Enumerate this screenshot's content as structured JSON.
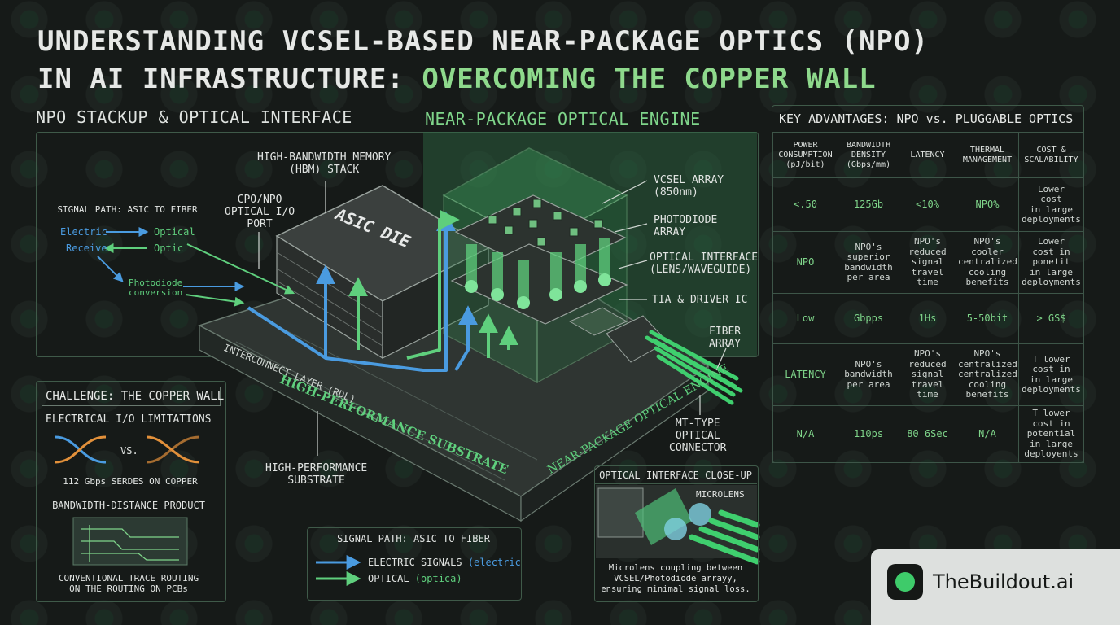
{
  "title": {
    "line1": "UNDERSTANDING VCSEL-BASED NEAR-PACKAGE OPTICS (NPO)",
    "line2_white": "IN AI INFRASTRUCTURE: ",
    "line2_green": "OVERCOMING THE COPPER WALL"
  },
  "stackup": {
    "heading": "NPO STACKUP & OPTICAL INTERFACE",
    "engine_heading": "NEAR-PACKAGE OPTICAL ENGINE",
    "signal_path_title": "SIGNAL PATH: ASIC TO FIBER",
    "legend": {
      "electric": "Electric",
      "optical": "Optical",
      "receive": "Receive",
      "optic": "Optic",
      "photodiode": "Photodiode",
      "conversion": "conversion"
    },
    "labels": {
      "hbm_1": "HIGH-BANDWIDTH MEMORY",
      "hbm_2": "(HBM) STACK",
      "cpo_1": "CPO/NPO",
      "cpo_2": "OPTICAL I/O",
      "cpo_3": "PORT",
      "asic": "ASIC DIE",
      "vcsel_1": "VCSEL ARRAY",
      "vcsel_2": "(850nm)",
      "pd_1": "PHOTODIODE",
      "pd_2": "ARRAY",
      "oi_1": "OPTICAL INTERFACE",
      "oi_2": "(LENS/WAVEGUIDE)",
      "tia": "TIA & DRIVER IC",
      "fiber_1": "FIBER",
      "fiber_2": "ARRAY",
      "interconnect": "INTERCONNECT LAYER (RDL)",
      "substrate_on": "HIGH-PERFORMANCE SUBSTRATE",
      "npo_engine_on": "NEAR-PACKAGE OPTICAL ENGINE",
      "mt_1": "MT-TYPE",
      "mt_2": "OPTICAL",
      "mt_3": "CONNECTOR",
      "hps_1": "HIGH-PERFORMANCE",
      "hps_2": "SUBSTRATE"
    }
  },
  "challenge": {
    "title": "CHALLENGE: THE COPPER WALL",
    "io": "ELECTRICAL I/O LIMITATIONS",
    "vs": "VS.",
    "serdes": "112 Gbps SERDES ON COPPER",
    "bdp": "BANDWIDTH-DISTANCE PRODUCT",
    "trace_1": "CONVENTIONAL TRACE ROUTING",
    "trace_2": "ON THE ROUTING ON PCBs"
  },
  "signal_legend": {
    "title": "SIGNAL PATH: ASIC TO FIBER",
    "electric_label": "ELECTRIC SIGNALS ",
    "electric_paren": "(electric",
    "optical_label": "OPTICAL ",
    "optical_paren": "(optica)"
  },
  "closeup": {
    "title": "OPTICAL INTERFACE CLOSE-UP",
    "microlens": "MICROLENS",
    "caption_1": "Microlens coupling between",
    "caption_2": "VCSEL/Photodiode arrayy,",
    "caption_3": "ensuring minimal signal loss."
  },
  "advantages": {
    "title": "KEY ADVANTAGES: NPO vs. PLUGGABLE OPTICS",
    "headers": [
      [
        "POWER",
        "CONSUMPTION",
        "(pJ/bit)"
      ],
      [
        "BANDWIDTH",
        "DENSITY",
        "(Gbps/mm)"
      ],
      [
        "LATENCY"
      ],
      [
        "THERMAL",
        "MANAGEMENT"
      ],
      [
        "COST &",
        "SCALABILITY"
      ]
    ],
    "rows": [
      [
        [
          "<.50"
        ],
        [
          "125Gb"
        ],
        [
          "<10%"
        ],
        [
          "NPO%"
        ],
        [
          "Lower",
          "cost",
          "in large",
          "deployments"
        ]
      ],
      [
        [
          "NPO"
        ],
        [
          "NPO's",
          "superior",
          "bandwidth",
          "per area"
        ],
        [
          "NPO's",
          "reduced",
          "signal",
          "travel",
          "time"
        ],
        [
          "NPO's",
          "cooler",
          "centralized",
          "cooling",
          "benefits"
        ],
        [
          "Lower",
          "cost in",
          "ponetit",
          "in large",
          "deployments"
        ]
      ],
      [
        [
          "Low"
        ],
        [
          "Gbpps"
        ],
        [
          "1Hs"
        ],
        [
          "5-50bit"
        ],
        [
          "> GS$"
        ]
      ],
      [
        [
          "LATENCY"
        ],
        [
          "NPO's",
          "bandwidth",
          "per area"
        ],
        [
          "NPO's",
          "reduced",
          "signal",
          "travel",
          "time"
        ],
        [
          "NPO's",
          "centralized",
          "centralized",
          "cooling",
          "benefits"
        ],
        [
          "T lower",
          "cost in",
          "in large",
          "deployments"
        ]
      ],
      [
        [
          "N/A"
        ],
        [
          "110ps"
        ],
        [
          "80 6Sec"
        ],
        [
          "N/A"
        ],
        [
          "T lower",
          "cost in",
          "potential",
          "in large",
          "deployents"
        ]
      ]
    ]
  },
  "brand": {
    "name": "TheBuildout.ai"
  },
  "colors": {
    "electric": "#4a9be0",
    "optical": "#5fcf7d",
    "accent_green": "#8ed98c"
  }
}
